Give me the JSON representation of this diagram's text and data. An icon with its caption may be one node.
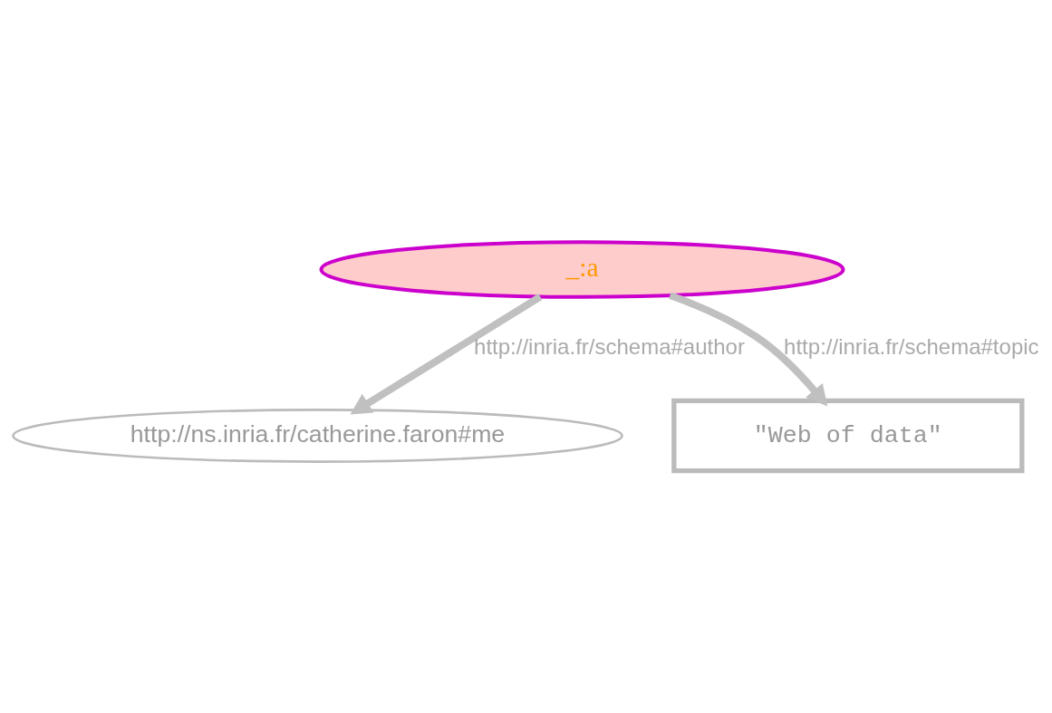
{
  "diagram": {
    "nodes": [
      {
        "text": [
          "_:a"
        ]
      },
      {
        "text": [
          "http://ns.inria.fr/catherine.faron#me"
        ]
      },
      {
        "text": [
          "\"Web of data\""
        ]
      }
    ],
    "edges": [
      {
        "from": 0,
        "to": 1,
        "arrow": "to",
        "label": "http://inria.fr/schema#author"
      },
      {
        "from": 0,
        "to": 2,
        "arrow": "to",
        "label": "http://inria.fr/schema#topic"
      }
    ]
  }
}
